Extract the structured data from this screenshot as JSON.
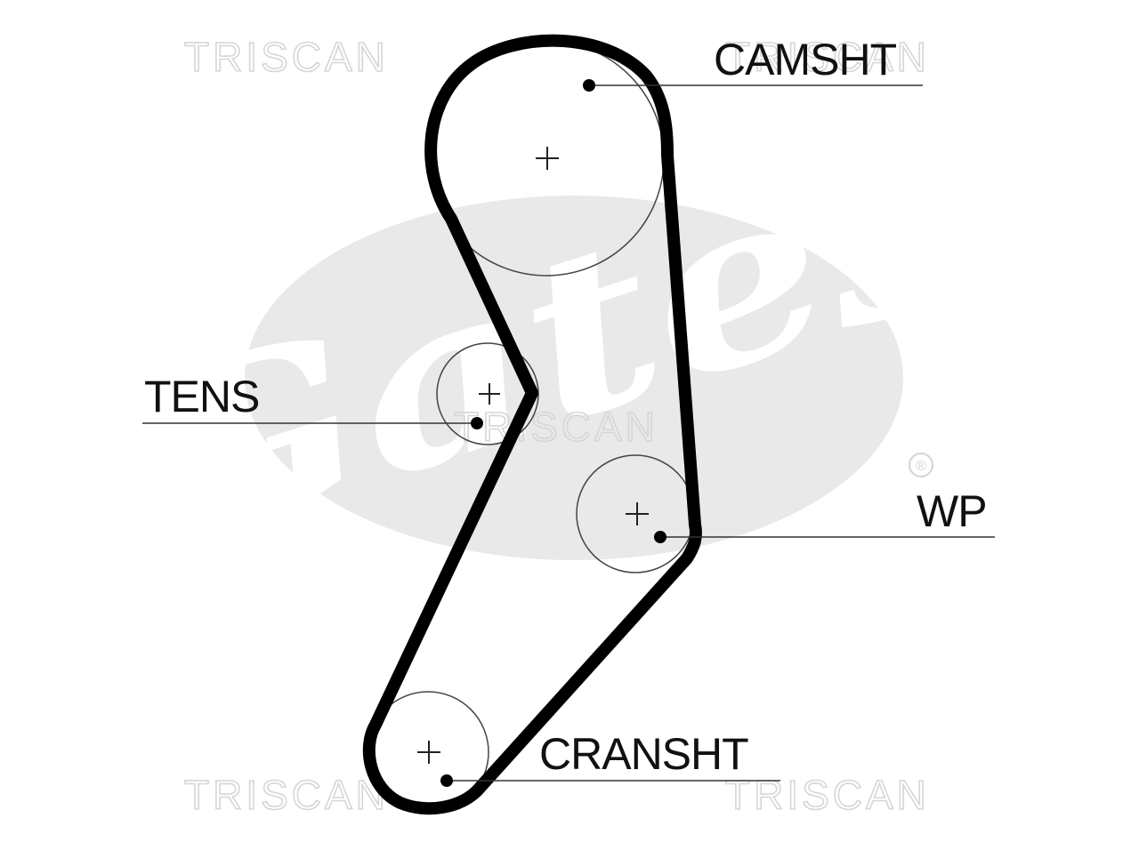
{
  "watermark": {
    "brand": "TRISCAN",
    "logo_text": "Gates",
    "registered_mark": "®"
  },
  "labels": {
    "camshaft": "CAMSHT",
    "tensioner": "TENS",
    "water_pump": "WP",
    "crankshaft": "CRANSHT"
  },
  "colors": {
    "belt": "#000000",
    "text": "#111111",
    "watermark": "#e9e9e9"
  }
}
